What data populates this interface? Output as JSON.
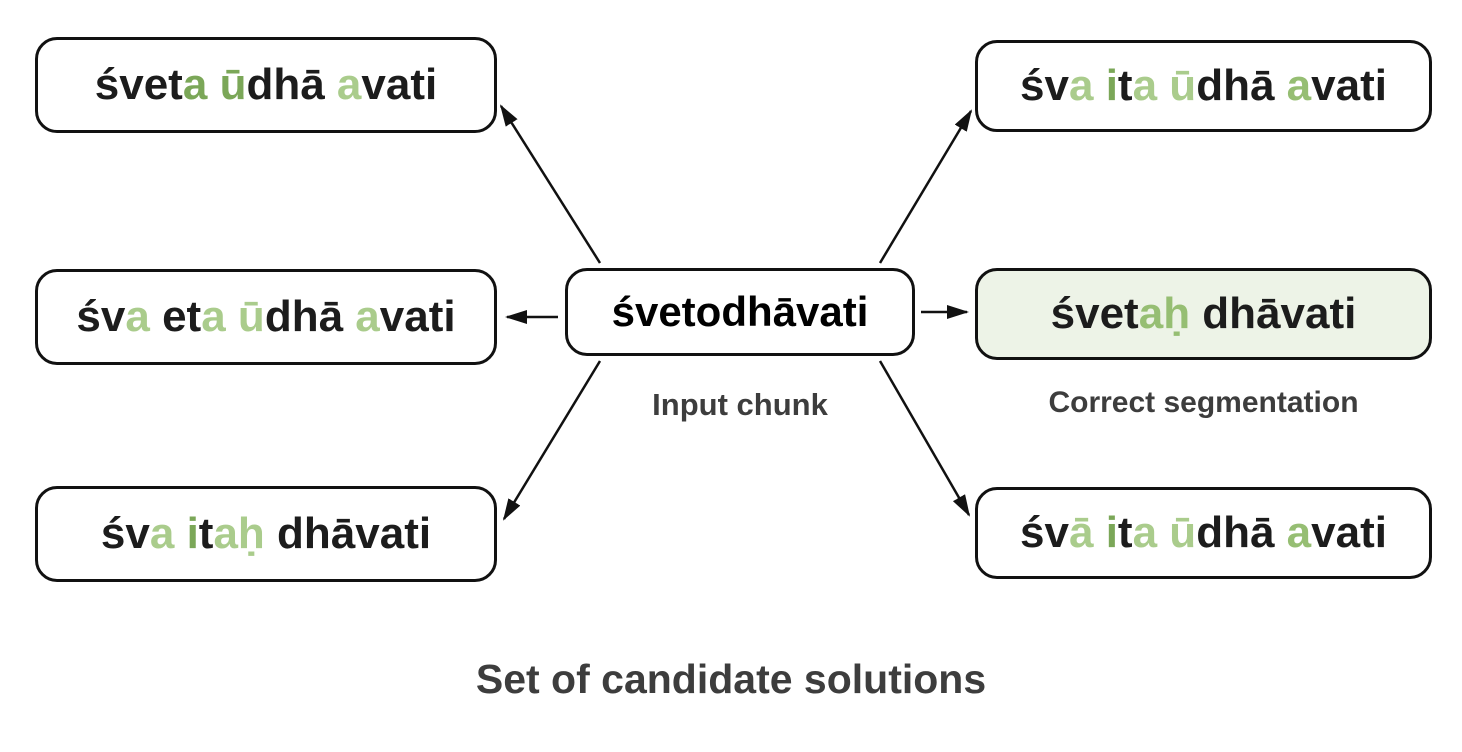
{
  "colors": {
    "background": "#ffffff",
    "box_border": "#111111",
    "arrow": "#111111",
    "correct_box_bg": "#edf3e7",
    "label_text": "#3d3d3d",
    "segment_palette": {
      "k": "#1c1c1c",
      "g": "#7ba758",
      "m": "#96be73",
      "l": "#aacc8c"
    }
  },
  "input_chunk": {
    "text": "śvetodhāvati",
    "label": "Input chunk"
  },
  "correct_segmentation_label": "Correct segmentation",
  "footer_title": "Set of candidate solutions",
  "candidates": [
    {
      "position": "top-left",
      "full_text": "śveta ūdhā avati",
      "is_correct": false,
      "segments": [
        {
          "t": "śvet",
          "c": "k"
        },
        {
          "t": "a",
          "c": "g"
        },
        {
          "t": " ",
          "c": "k"
        },
        {
          "t": "ū",
          "c": "g"
        },
        {
          "t": "dhā",
          "c": "k"
        },
        {
          "t": " ",
          "c": "k"
        },
        {
          "t": "a",
          "c": "l"
        },
        {
          "t": "vati",
          "c": "k"
        }
      ]
    },
    {
      "position": "middle-left",
      "full_text": "śva eta ūdhā avati",
      "is_correct": false,
      "segments": [
        {
          "t": "śv",
          "c": "k"
        },
        {
          "t": "a",
          "c": "l"
        },
        {
          "t": " et",
          "c": "k"
        },
        {
          "t": "a",
          "c": "l"
        },
        {
          "t": " ",
          "c": "k"
        },
        {
          "t": "ū",
          "c": "l"
        },
        {
          "t": "dhā",
          "c": "k"
        },
        {
          "t": " ",
          "c": "k"
        },
        {
          "t": "a",
          "c": "l"
        },
        {
          "t": "vati",
          "c": "k"
        }
      ]
    },
    {
      "position": "bottom-left",
      "full_text": "śva itaḥ dhāvati",
      "is_correct": false,
      "segments": [
        {
          "t": "śv",
          "c": "k"
        },
        {
          "t": "a",
          "c": "l"
        },
        {
          "t": " ",
          "c": "k"
        },
        {
          "t": "i",
          "c": "g"
        },
        {
          "t": "t",
          "c": "k"
        },
        {
          "t": "aḥ",
          "c": "l"
        },
        {
          "t": " dhāvati",
          "c": "k"
        }
      ]
    },
    {
      "position": "top-right",
      "full_text": "śva ita ūdhā avati",
      "is_correct": false,
      "segments": [
        {
          "t": "śv",
          "c": "k"
        },
        {
          "t": "a",
          "c": "l"
        },
        {
          "t": " ",
          "c": "k"
        },
        {
          "t": "i",
          "c": "g"
        },
        {
          "t": "t",
          "c": "k"
        },
        {
          "t": "a",
          "c": "l"
        },
        {
          "t": " ",
          "c": "k"
        },
        {
          "t": "ū",
          "c": "l"
        },
        {
          "t": "dhā",
          "c": "k"
        },
        {
          "t": " ",
          "c": "k"
        },
        {
          "t": "a",
          "c": "m"
        },
        {
          "t": "vati",
          "c": "k"
        }
      ]
    },
    {
      "position": "middle-right",
      "full_text": "śvetaḥ dhāvati",
      "is_correct": true,
      "segments": [
        {
          "t": "śvet",
          "c": "k"
        },
        {
          "t": "aḥ",
          "c": "m"
        },
        {
          "t": " dhāvati",
          "c": "k"
        }
      ]
    },
    {
      "position": "bottom-right",
      "full_text": "śvā ita ūdhā avati",
      "is_correct": false,
      "segments": [
        {
          "t": "śv",
          "c": "k"
        },
        {
          "t": "ā",
          "c": "l"
        },
        {
          "t": " ",
          "c": "k"
        },
        {
          "t": "i",
          "c": "g"
        },
        {
          "t": "t",
          "c": "k"
        },
        {
          "t": "a",
          "c": "l"
        },
        {
          "t": " ",
          "c": "k"
        },
        {
          "t": "ū",
          "c": "l"
        },
        {
          "t": "dhā",
          "c": "k"
        },
        {
          "t": " ",
          "c": "k"
        },
        {
          "t": "a",
          "c": "m"
        },
        {
          "t": "vati",
          "c": "k"
        }
      ]
    }
  ]
}
